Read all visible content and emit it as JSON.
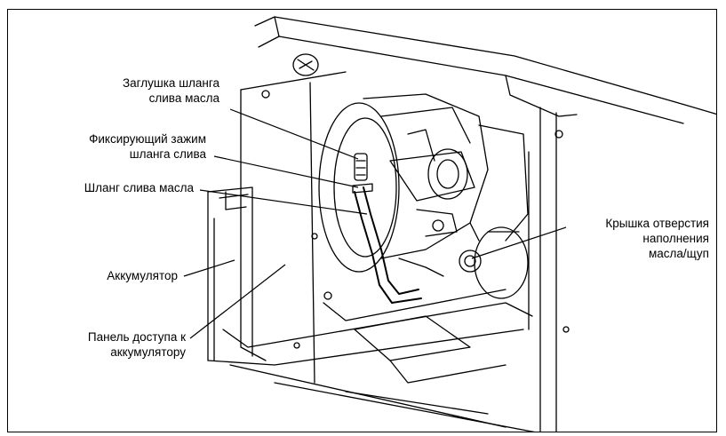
{
  "callouts": {
    "oil_drain_plug": [
      "Заглушка шланга",
      "слива масла"
    ],
    "drain_hose_clamp": [
      "Фиксирующий зажим",
      "шланга слива"
    ],
    "oil_drain_hose": [
      "Шланг слива масла"
    ],
    "battery": [
      "Аккумулятор"
    ],
    "battery_access_panel": [
      "Панель доступа к",
      "аккумулятору"
    ],
    "oil_fill_cap": [
      "Крышка отверстия",
      "наполнения",
      "масла/щуп"
    ]
  }
}
